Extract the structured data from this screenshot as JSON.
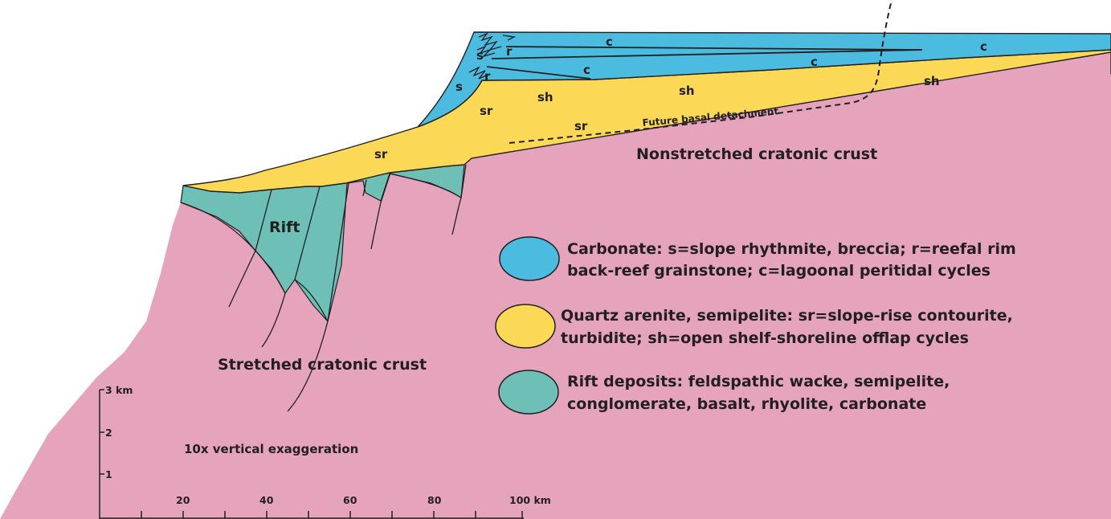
{
  "colors": {
    "carbonate": "#4bbce0",
    "quartz_arenite": "#fbd855",
    "rift": "#6ebfb5",
    "craton": "#e5a3bc"
  },
  "section_labels": {
    "c1": "c",
    "c2": "c",
    "c3": "c",
    "c4": "c",
    "s1": "s",
    "s2": "s",
    "r1": "r",
    "r2": "r",
    "sh1": "sh",
    "sh2": "sh",
    "sh3": "sh",
    "sr1": "sr",
    "sr2": "sr",
    "sr3": "sr",
    "detachment": "Future basal detachment",
    "nonstretched": "Nonstretched cratonic crust",
    "rift": "Rift",
    "stretched": "Stretched cratonic crust"
  },
  "legend": [
    {
      "name": "carbonate",
      "color": "#4bbce0",
      "line1": "Carbonate: s=slope rhythmite, breccia; r=reefal rim",
      "line2": "back-reef grainstone; c=lagoonal peritidal cycles"
    },
    {
      "name": "quartz-arenite",
      "color": "#fbd855",
      "line1": "Quartz arenite, semipelite: sr=slope-rise contourite,",
      "line2": "turbidite; sh=open shelf-shoreline offlap cycles"
    },
    {
      "name": "rift-deposits",
      "color": "#6ebfb5",
      "line1": "Rift deposits: feldspathic wacke, semipelite,",
      "line2": "conglomerate, basalt, rhyolite, carbonate"
    }
  ],
  "scale": {
    "vertical_ticks": [
      "1",
      "2",
      "3 km"
    ],
    "horizontal_ticks": [
      "20",
      "40",
      "60",
      "80",
      "100 km"
    ],
    "exaggeration": "10x vertical exaggeration"
  }
}
